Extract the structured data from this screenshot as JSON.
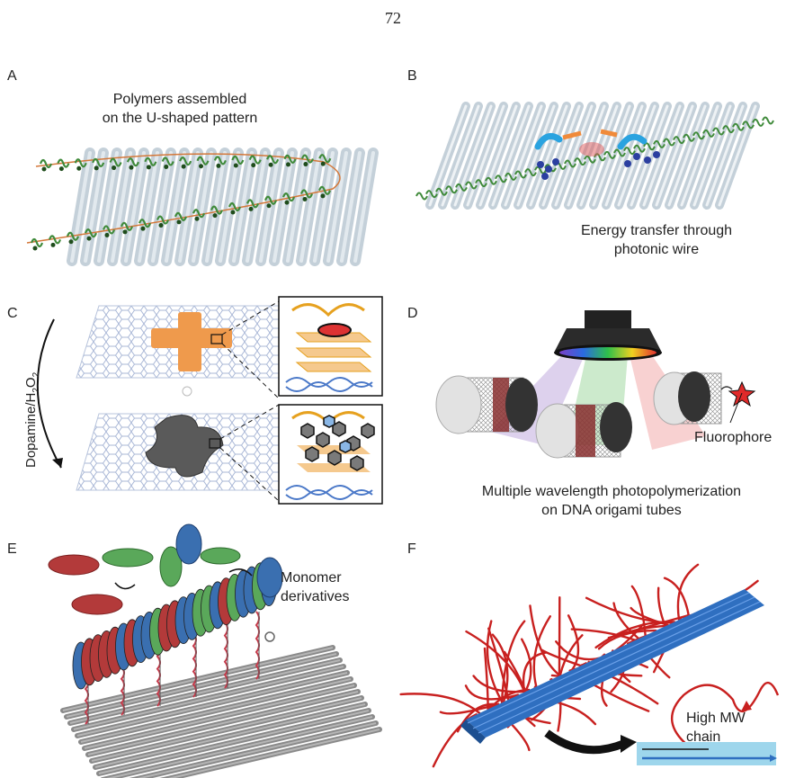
{
  "page_number": "72",
  "panels": {
    "A": {
      "label": "A",
      "caption_line1": "Polymers assembled",
      "caption_line2": "on the U-shaped pattern"
    },
    "B": {
      "label": "B",
      "caption_line1": "Energy transfer through",
      "caption_line2": "photonic wire"
    },
    "C": {
      "label": "C",
      "arrow_label": "Dopamine/H",
      "arrow_sub1": "2",
      "arrow_mid": "O",
      "arrow_sub2": "2"
    },
    "D": {
      "label": "D",
      "fluorophore_label": "Fluorophore",
      "caption_line1": "Multiple wavelength photopolymerization",
      "caption_line2": "on DNA origami tubes"
    },
    "E": {
      "label": "E",
      "caption_line1": "Monomer",
      "caption_line2": "derivatives"
    },
    "F": {
      "label": "F",
      "caption_line1": "High MW",
      "caption_line2": "chain"
    }
  },
  "colors": {
    "origami": "#c7d3dc",
    "polymer": "#3f8a3a",
    "red_disk": "#b33a3a",
    "green_disk": "#5aa85a",
    "blue_disk": "#3a6fb0",
    "bundle": "#2f6fc0",
    "chains": "#c8201f"
  }
}
